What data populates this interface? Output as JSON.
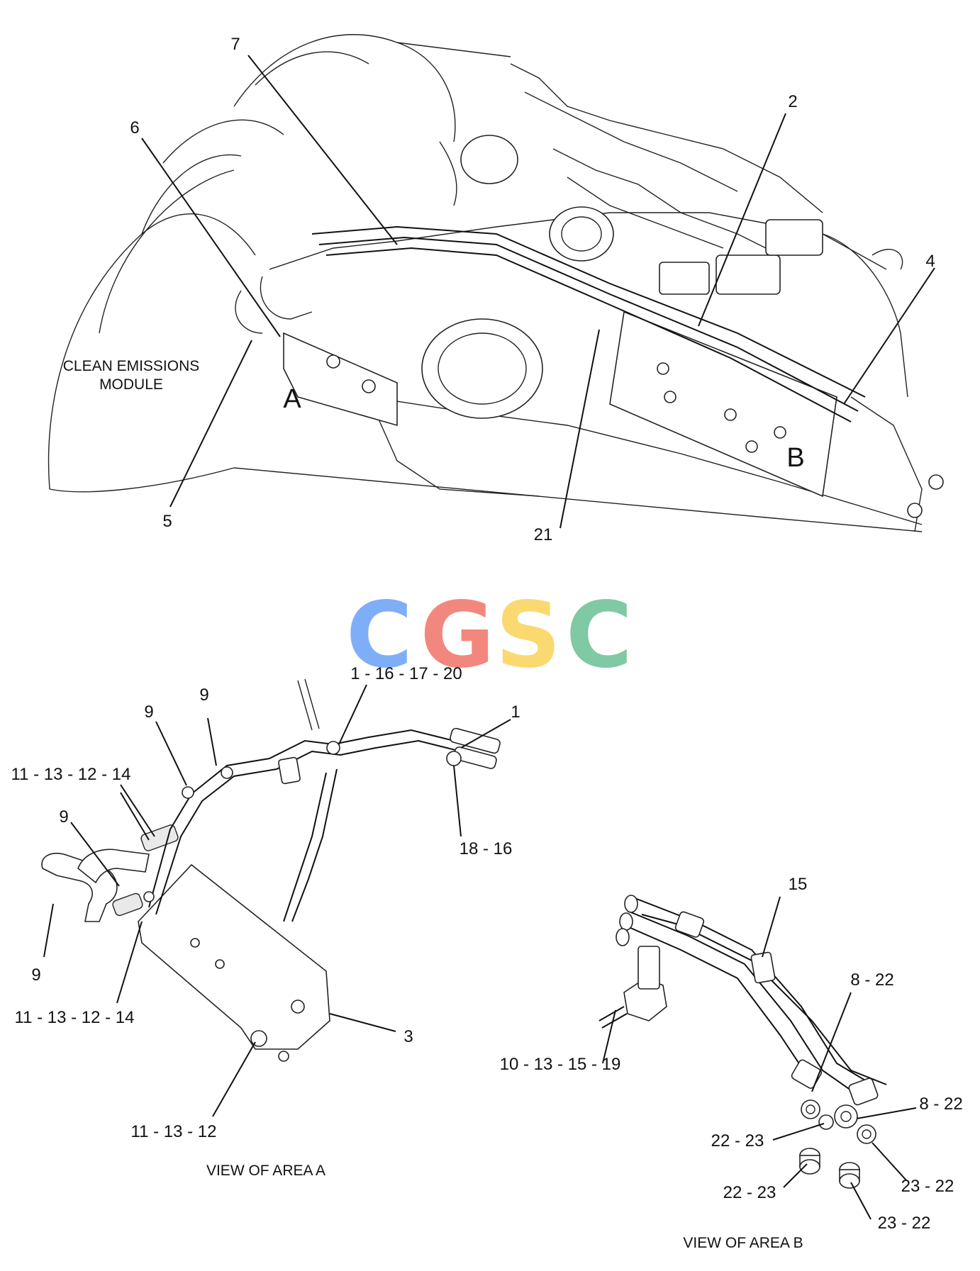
{
  "main_view": {
    "module_caption_line1": "CLEAN EMISSIONS",
    "module_caption_line2": "MODULE",
    "area_a_letter": "A",
    "area_b_letter": "B",
    "callouts": {
      "c7": "7",
      "c6": "6",
      "c2": "2",
      "c4": "4",
      "c5": "5",
      "c21": "21"
    }
  },
  "watermark": {
    "letters": [
      "C",
      "G",
      "S",
      "C"
    ],
    "colors": [
      "#7FAEF9",
      "#F2877E",
      "#FBD971",
      "#7FC9A4"
    ]
  },
  "view_a": {
    "caption": "VIEW OF AREA  A",
    "callouts": {
      "c1_16_17_20": "1 - 16 - 17 - 20",
      "c1": "1",
      "c9_a": "9",
      "c9_b": "9",
      "c9_c": "9",
      "c9_d": "9",
      "c11_13_12_14_a": "11 - 13 - 12 - 14",
      "c11_13_12_14_b": "11 - 13 - 12 - 14",
      "c18_16": "18 - 16",
      "c3": "3",
      "c11_13_12": "11 - 13 - 12"
    }
  },
  "view_b": {
    "caption": "VIEW OF AREA  B",
    "callouts": {
      "c15": "15",
      "c8_22_a": "8 - 22",
      "c8_22_b": "8 - 22",
      "c10_13_15_19": "10 - 13 - 15 - 19",
      "c22_23_a": "22 - 23",
      "c22_23_b": "22 - 23",
      "c23_22_a": "23 - 22",
      "c23_22_b": "23 - 22"
    }
  }
}
